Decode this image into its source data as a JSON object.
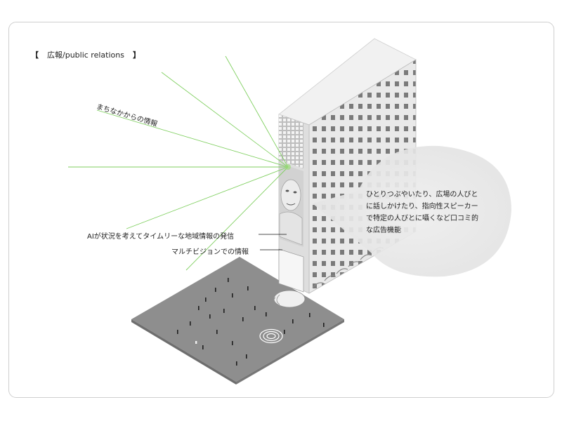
{
  "header": {
    "bracket_open": "【",
    "title_jp": "広報",
    "title_sep": "/",
    "title_en": "public relations",
    "bracket_close": "】"
  },
  "labels": {
    "town_info": "まちなかからの情報",
    "ai_info": "AIが状況を考えてタイムリーな地域情報の発信",
    "multivision": "マルチビジョンでの情報"
  },
  "bubble": {
    "lines": [
      "ひとりつぶやいたり、広場の人びと",
      "に話しかけたり、指向性スピーカー",
      "で特定の人びとに囁くなど口コミ的",
      "な広告機能"
    ]
  },
  "colors": {
    "ray": "#7fcf5f",
    "building_front": "#e9e9e9",
    "building_side": "#dcdcdc",
    "plaza": "#8e8e8e",
    "bubble": "#ececec",
    "frame_border": "#cfcfcf"
  }
}
